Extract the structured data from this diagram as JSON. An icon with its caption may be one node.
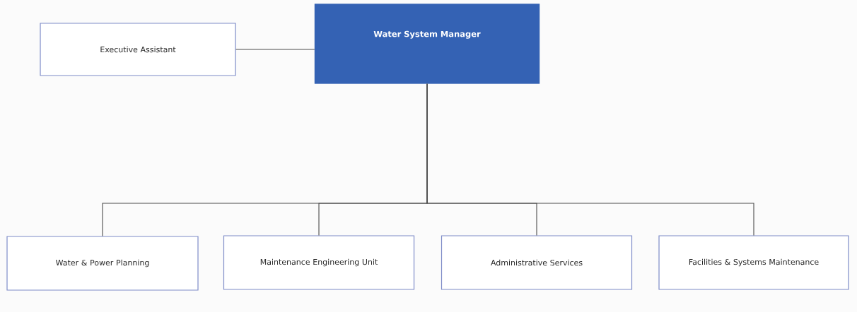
{
  "diagram": {
    "nodes": [
      {
        "text": [
          "Water System Manager"
        ]
      },
      {
        "text": [
          "Executive Assistant"
        ]
      },
      {
        "text": [
          "Water & Power Planning"
        ]
      },
      {
        "text": [
          "Maintenance Engineering Unit"
        ]
      },
      {
        "text": [
          "Administrative Services"
        ]
      },
      {
        "text": [
          "Facilities & Systems Maintenance"
        ]
      }
    ],
    "edges": [
      {
        "from": 1,
        "to": 0,
        "arrow": "none"
      },
      {
        "from": 0,
        "to": 2,
        "arrow": "none"
      },
      {
        "from": 0,
        "to": 3,
        "arrow": "none"
      },
      {
        "from": 0,
        "to": 4,
        "arrow": "none"
      },
      {
        "from": 0,
        "to": 5,
        "arrow": "none"
      }
    ]
  }
}
